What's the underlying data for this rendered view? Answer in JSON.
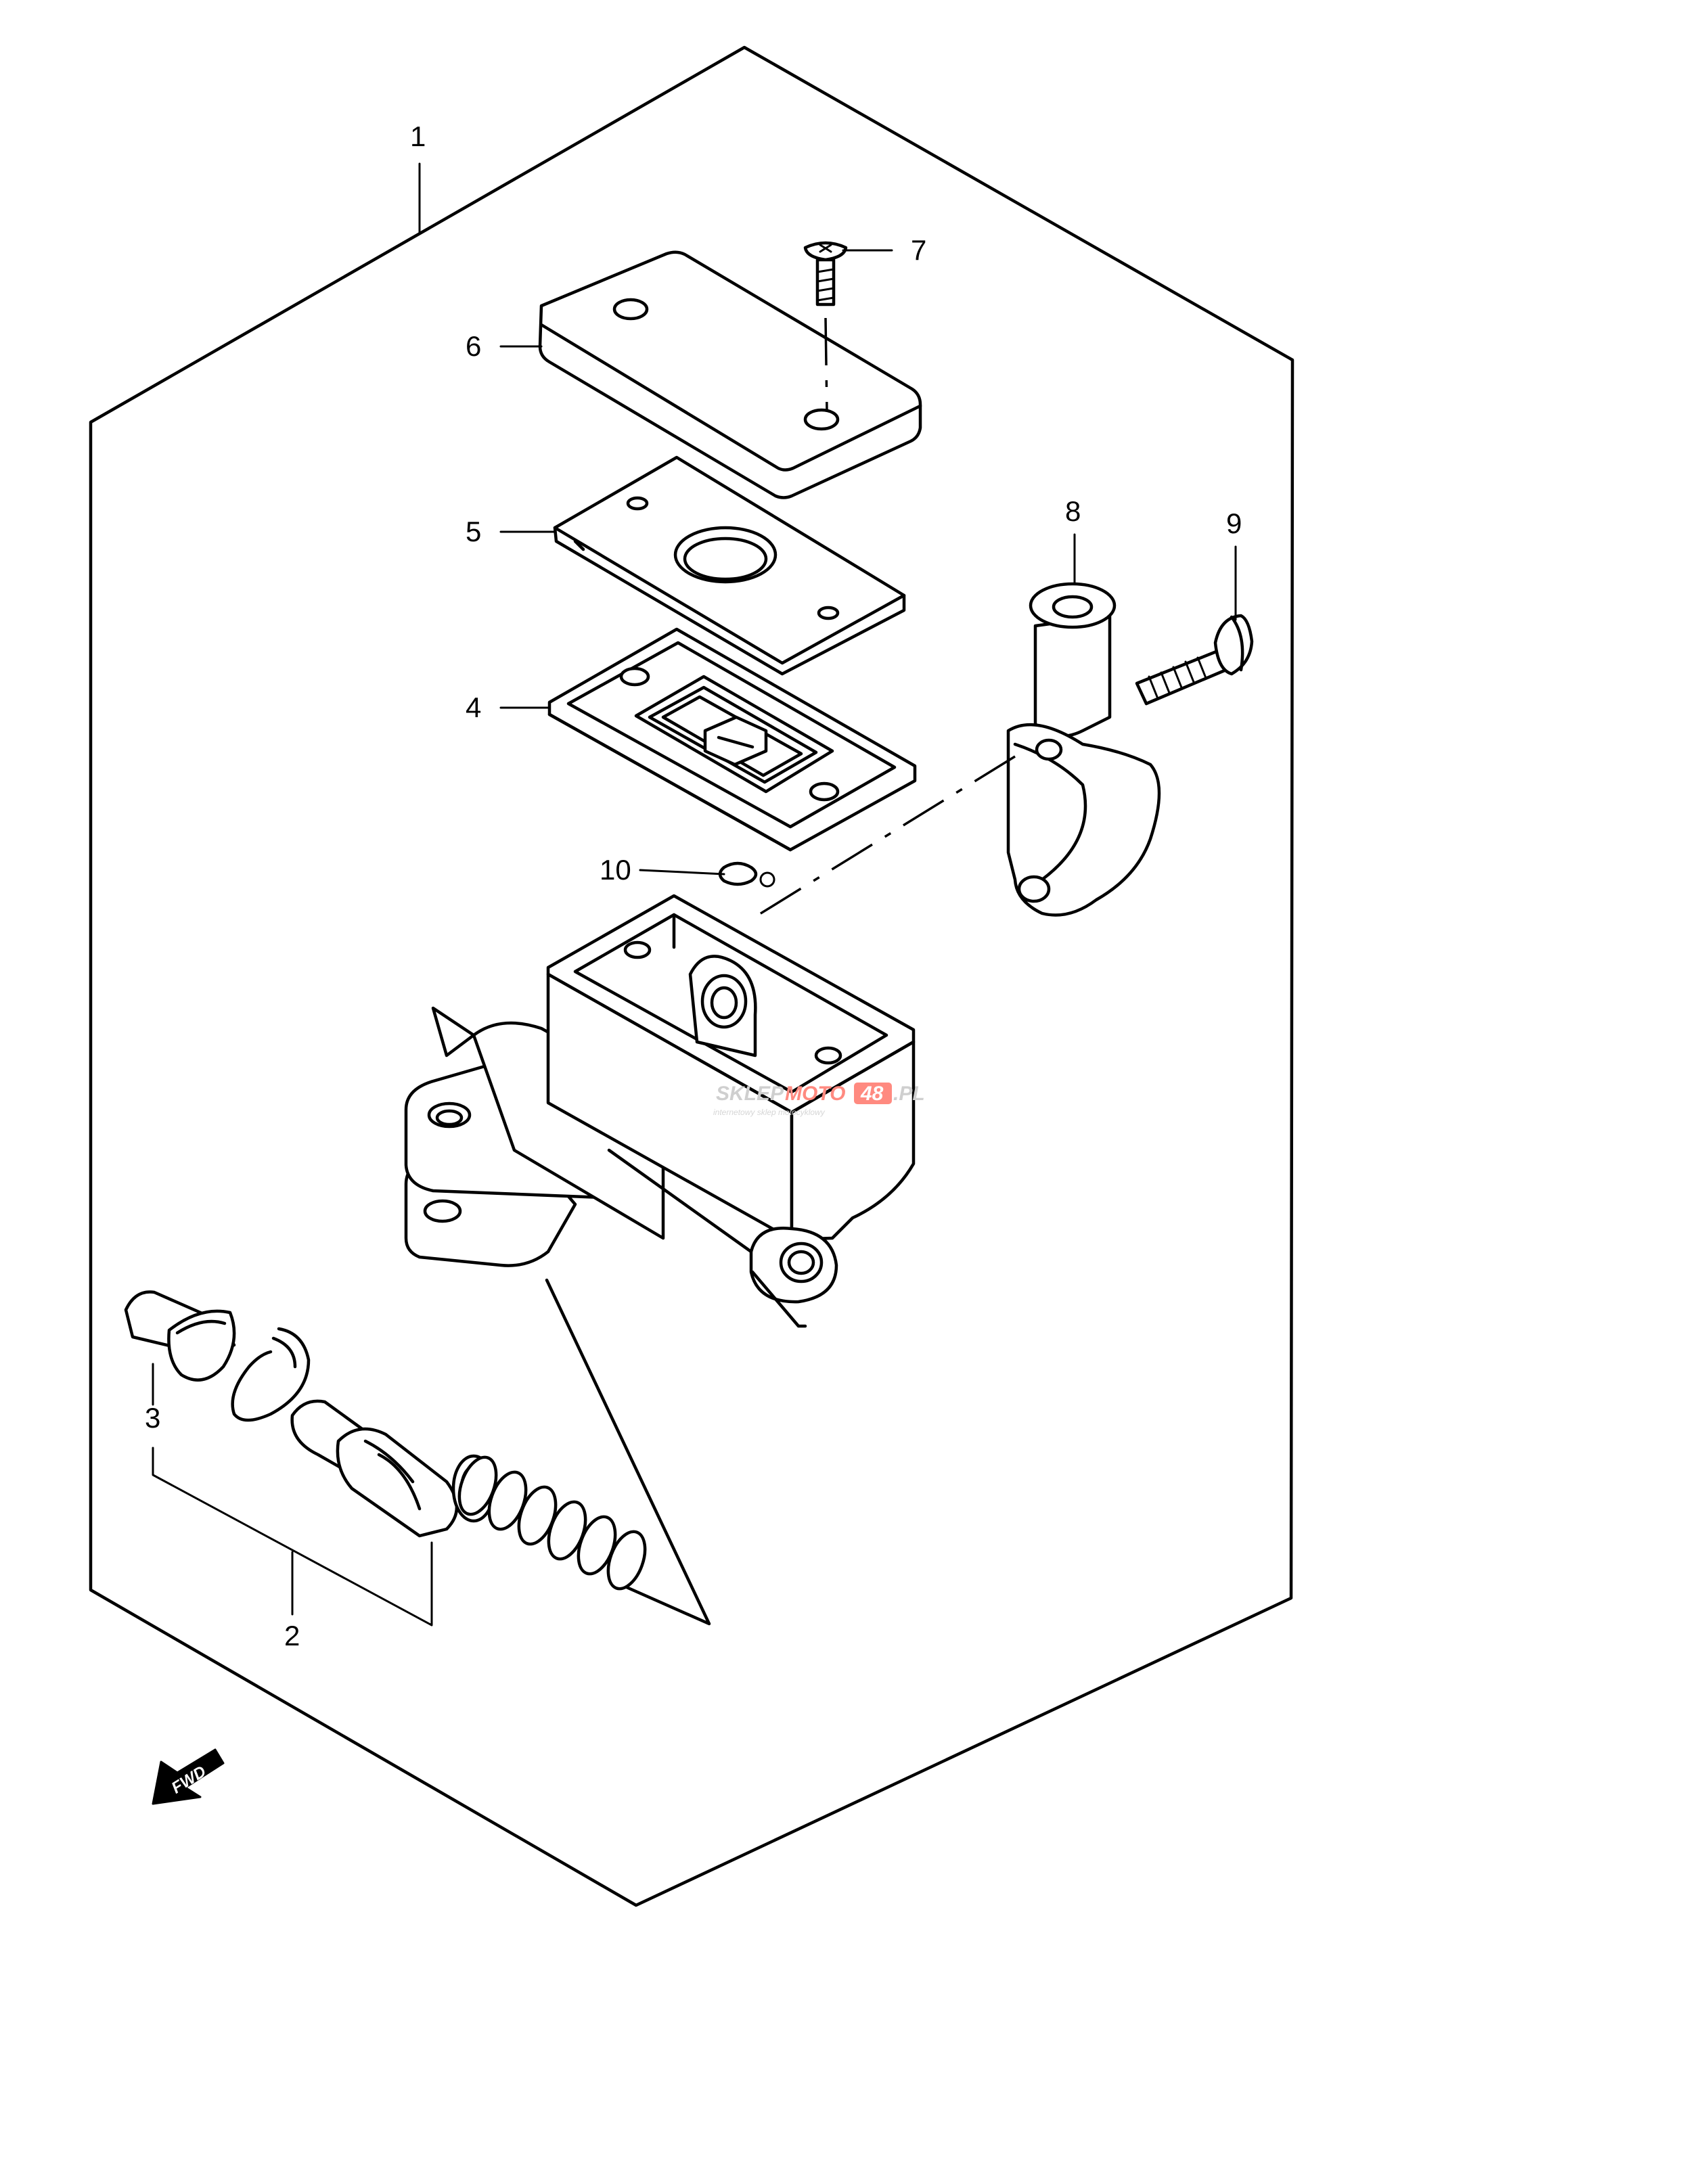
{
  "callouts": {
    "c1": "1",
    "c2": "2",
    "c3": "3",
    "c4": "4",
    "c5": "5",
    "c6": "6",
    "c7": "7",
    "c8": "8",
    "c9": "9",
    "c10": "10"
  },
  "fwd_arrow": {
    "label": "FWD",
    "icon": "fwd-arrow-icon"
  },
  "watermark": {
    "brand_gray": "SKLEP",
    "brand_red": "MOTO",
    "brand_badge": "48",
    "domain": ".PL",
    "tagline": "internetowy sklep motocyklowy",
    "colors": {
      "gray": "#cfcfcf",
      "red": "#ff8a80"
    }
  }
}
